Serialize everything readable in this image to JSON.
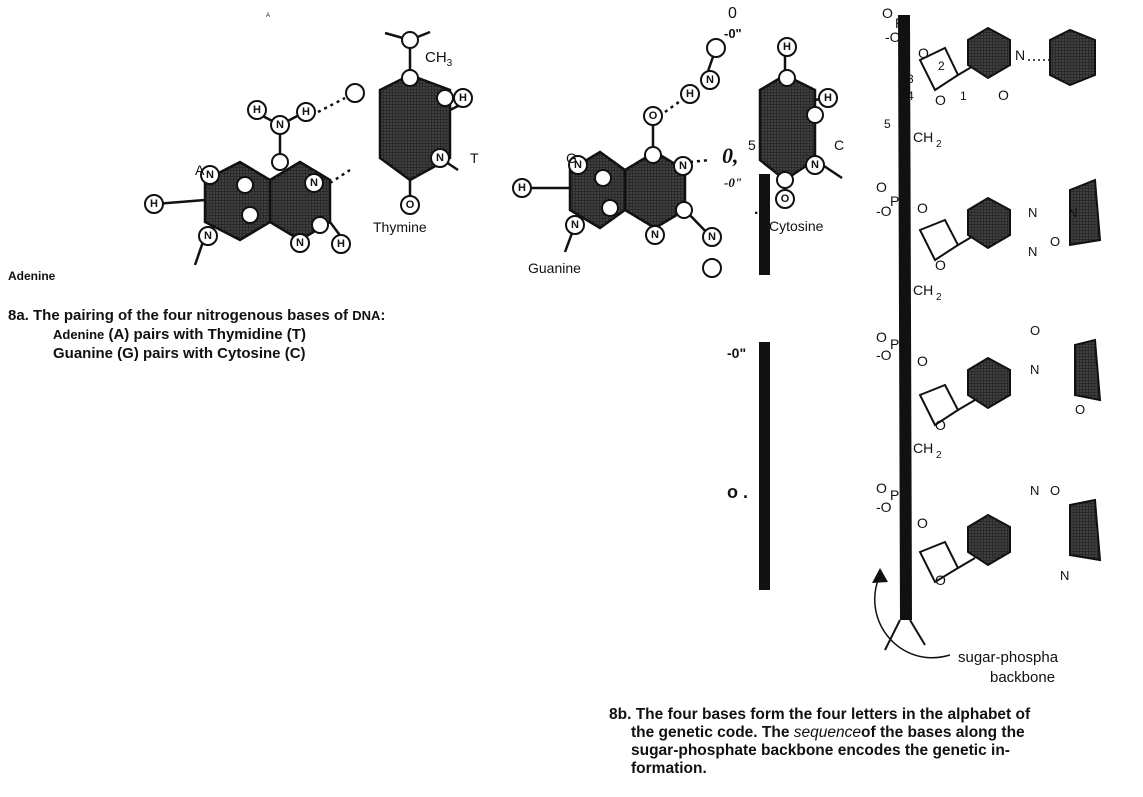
{
  "figure_a": {
    "tiny_mark": "A",
    "labels": {
      "A": "A",
      "T": "T",
      "G": "G",
      "C": "C",
      "thymine": "Thymine",
      "guanine": "Guanine",
      "cytosine": "Cytosine",
      "ch3": "CH",
      "ch3_sub": "3",
      "pos5": "5",
      "frag_o": "0",
      "frag_o_dash": "-0\"",
      "frag_big": "0,",
      "frag_big_dash": "-0\"",
      "frag_dot": "."
    },
    "adenine_word": "Adenine",
    "caption": {
      "line1_prefix": "8a. The pairing of the four nitrogenous bases of ",
      "line1_dna": "DNA",
      "line1_suffix": ":",
      "line2_a": "Adenine",
      "line2_b": " (A) pairs with Thymidine (T)",
      "line3": "Guanine (G) pairs with Cytosine (C)"
    }
  },
  "figure_b": {
    "left_fragments": [
      "-0\"",
      "o ."
    ],
    "backbone_labels": {
      "o": "O",
      "p": "P",
      "minus_o": "-O",
      "ch2": "CH",
      "ch2_sub": "2",
      "n": "N",
      "o_small": "O",
      "num1": "1",
      "num2": "2",
      "num3": "3",
      "num4": "4",
      "num5": "5"
    },
    "pair_labels": [
      "N",
      "N",
      "O",
      "N",
      "O",
      "N",
      "O",
      "N",
      "O",
      "N"
    ],
    "arrow_label_line1": "sugar-phospha",
    "arrow_label_line2": "backbone",
    "caption": {
      "line1": "8b. The four bases form the four letters in the alphabet of",
      "line2_a": "the genetic code. The ",
      "line2_em": "sequence",
      "line2_b": "of the bases along the",
      "line3": "sugar-phosphate backbone encodes the genetic in-",
      "line4": "formation."
    }
  }
}
